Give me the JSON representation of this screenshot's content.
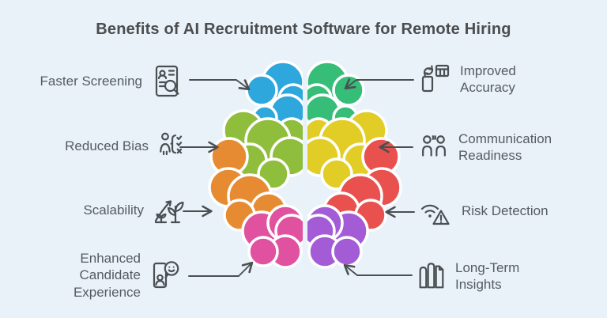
{
  "title": "Benefits of AI Recruitment Software for Remote Hiring",
  "theme": {
    "background_color": "#e9f2f9",
    "title_color": "#4b4d4f",
    "label_color": "#555b61",
    "line_color": "#4a4f52"
  },
  "benefits": {
    "left": [
      {
        "label": "Faster Screening",
        "icon": "resume-search-icon"
      },
      {
        "label": "Reduced Bias",
        "icon": "bias-checklist-icon"
      },
      {
        "label": "Scalability",
        "icon": "growth-plant-icon"
      },
      {
        "label": "Enhanced Candidate Experience",
        "icon": "candidate-chat-icon"
      }
    ],
    "right": [
      {
        "label": "Improved Accuracy",
        "icon": "device-calculator-icon"
      },
      {
        "label": "Communication Readiness",
        "icon": "people-talking-icon"
      },
      {
        "label": "Risk Detection",
        "icon": "wifi-warning-icon"
      },
      {
        "label": "Long-Term Insights",
        "icon": "bar-chart-document-icon"
      }
    ]
  },
  "brain": {
    "left_lobe_colors": {
      "top": "#2ea7dd",
      "mid": "#8fbe3d",
      "low": "#e78b33",
      "bottom": "#e0519f"
    },
    "right_lobe_colors": {
      "top": "#36bd77",
      "mid": "#e2cd27",
      "low": "#e8514d",
      "bottom": "#a35cd6"
    }
  }
}
